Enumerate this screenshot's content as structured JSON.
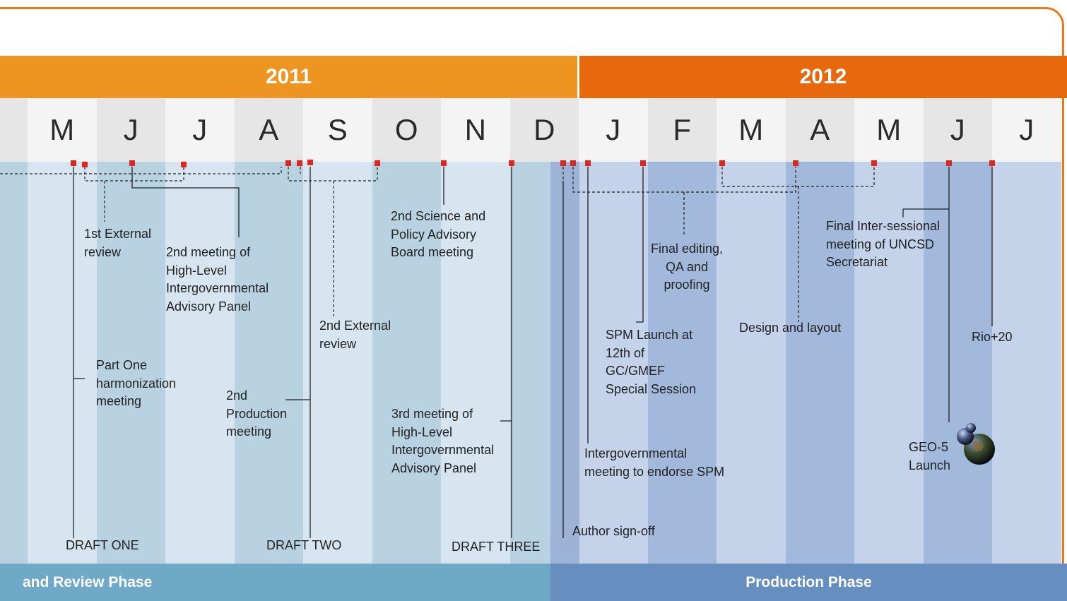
{
  "years": [
    {
      "label": "2011",
      "color": "#ee9420"
    },
    {
      "label": "2012",
      "color": "#e8680e"
    }
  ],
  "months": [
    "M",
    "J",
    "J",
    "A",
    "S",
    "O",
    "N",
    "D",
    "J",
    "F",
    "M",
    "A",
    "M",
    "J",
    "J"
  ],
  "phases": {
    "left": {
      "label": "and Review Phase",
      "color": "#6fa9c7"
    },
    "right": {
      "label": "Production Phase",
      "color": "#668fc0"
    }
  },
  "milestones": {
    "draft_one": "DRAFT ONE",
    "draft_two": "DRAFT TWO",
    "draft_three": "DRAFT THREE",
    "author_signoff": "Author sign-off",
    "first_external_review": "1st External\nreview",
    "second_meeting_hliap": "2nd meeting of\nHigh-Level\nIntergovernmental\nAdvisory Panel",
    "part_one_harmonization": "Part One\nharmonization\nmeeting",
    "second_production": "2nd\nProduction\nmeeting",
    "second_external_review": "2nd External\nreview",
    "second_science_policy": "2nd Science and\nPolicy Advisory\nBoard meeting",
    "third_meeting_hliap": "3rd meeting of\nHigh-Level\nIntergovernmental\nAdvisory Panel",
    "intergovernmental_spm": "Intergovernmental\nmeeting to endorse SPM",
    "spm_launch": "SPM Launch at\n12th of\nGC/GMEF\nSpecial Session",
    "final_editing": "Final editing,\nQA and\nproofing",
    "design_layout": "Design and layout",
    "final_intersessional": "Final Inter-sessional\nmeeting of UNCSD\nSecretariat",
    "rio20": "Rio+20",
    "geo5_launch": "GEO-5\nLaunch"
  },
  "colors": {
    "marker": "#e3261d",
    "frame": "#ec7a1c",
    "month_band": "#f3f3f3"
  }
}
